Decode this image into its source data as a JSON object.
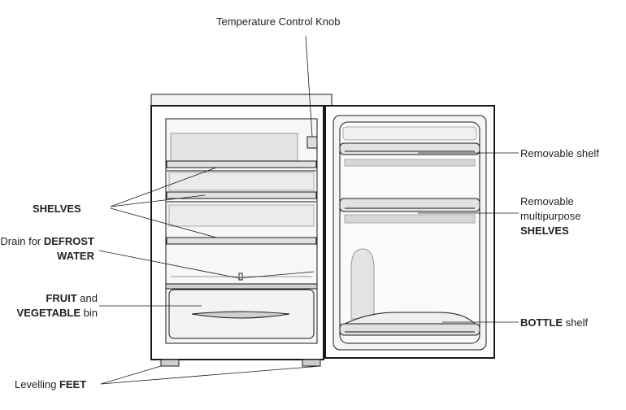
{
  "labels": {
    "temperature_knob": "Temperature Control Knob",
    "shelves": "SHELVES",
    "drain_prefix": "Drain for ",
    "drain_bold1": "DEFROST",
    "drain_bold2": "WATER",
    "fruit_bold": "FRUIT",
    "fruit_rest": " and",
    "veg_bold": "VEGETABLE",
    "veg_rest": " bin",
    "feet_prefix": "Levelling ",
    "feet_bold": "FEET",
    "removable_shelf": "Removable shelf",
    "multi_line1": "Removable",
    "multi_line2": "multipurpose",
    "multi_line3": "SHELVES",
    "bottle_bold": "BOTTLE",
    "bottle_rest": " shelf"
  },
  "colors": {
    "line": "#1a1a1a",
    "shade": "#d6d6d6",
    "light": "#ececec"
  }
}
